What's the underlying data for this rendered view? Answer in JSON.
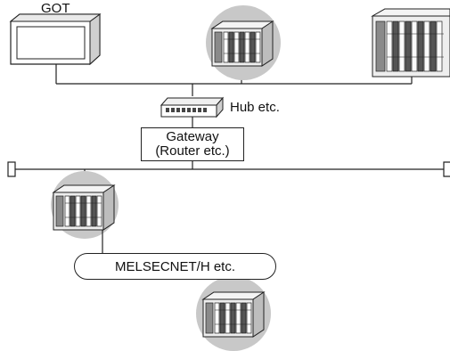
{
  "labels": {
    "got": "GOT",
    "hub": "Hub etc.",
    "gateway_line1": "Gateway",
    "gateway_line2": "(Router etc.)",
    "network": "MELSECNET/H etc."
  },
  "colors": {
    "line": "#222222",
    "highlight_circle": "#c8c8c8",
    "device_fill": "#e6e6e6",
    "module_dark": "#555555",
    "background": "#ffffff"
  },
  "icons": [
    "got-terminal-icon",
    "hub-icon",
    "plc-icon",
    "network-terminator-icon"
  ]
}
